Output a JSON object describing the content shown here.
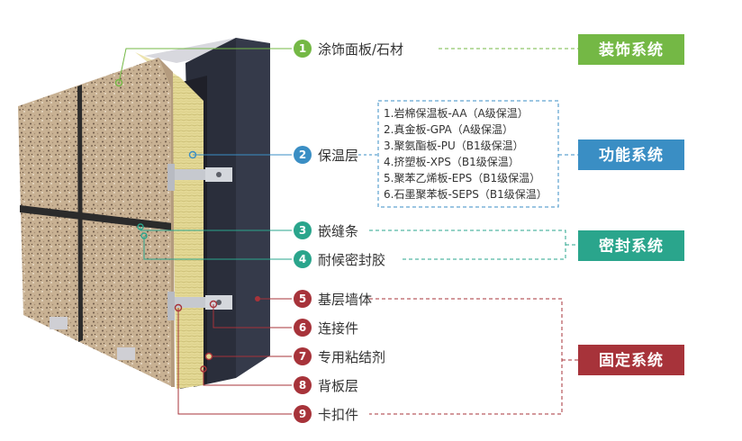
{
  "components": [
    {
      "num": "1",
      "label": "涂饰面板/石材"
    },
    {
      "num": "2",
      "label": "保温层"
    },
    {
      "num": "3",
      "label": "嵌缝条"
    },
    {
      "num": "4",
      "label": "耐候密封胶"
    },
    {
      "num": "5",
      "label": "基层墙体"
    },
    {
      "num": "6",
      "label": "连接件"
    },
    {
      "num": "7",
      "label": "专用粘结剂"
    },
    {
      "num": "8",
      "label": "背板层"
    },
    {
      "num": "9",
      "label": "卡扣件"
    }
  ],
  "insulation_types": [
    "1.岩棉保温板-AA（A级保温）",
    "2.真金板-GPA（A级保温）",
    "3.聚氨酯板-PU（B1级保温）",
    "4.挤塑板-XPS（B1级保温）",
    "5.聚苯乙烯板-EPS（B1级保温）",
    "6.石墨聚苯板-SEPS（B1级保温）"
  ],
  "systems": {
    "decorative": "装饰系统",
    "functional": "功能系统",
    "sealing": "密封系统",
    "fixing": "固定系统"
  },
  "colors": {
    "green": "#74b845",
    "blue": "#3a8ec4",
    "teal": "#2aa58c",
    "red": "#a7333a",
    "wall": "#353a4a",
    "insulation": "#e3d896",
    "stone": "#c9b194"
  }
}
